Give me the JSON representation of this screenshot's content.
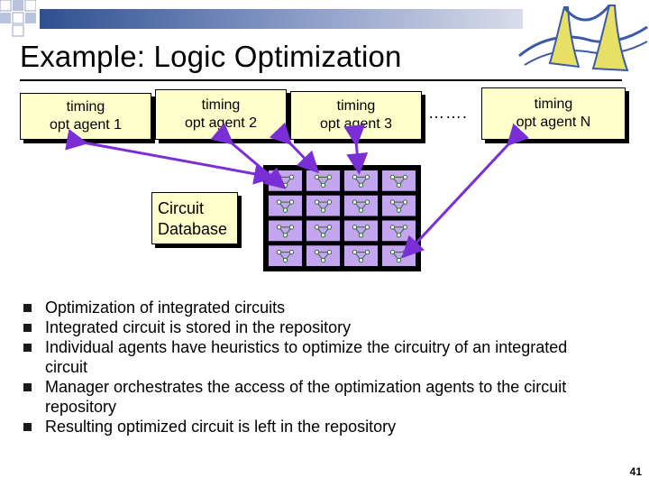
{
  "slide": {
    "title": "Example: Logic Optimization",
    "agents": [
      {
        "line1": "timing",
        "line2": "opt agent 1"
      },
      {
        "line1": "timing",
        "line2": "opt agent 2"
      },
      {
        "line1": "timing",
        "line2": "opt agent 3"
      },
      {
        "line1": "timing",
        "line2": "opt agent N"
      }
    ],
    "ellipsis": "…….",
    "database": {
      "line1": "Circuit",
      "line2": "Database"
    },
    "bullets": [
      "Optimization of integrated circuits",
      "Integrated circuit is stored in the repository",
      "Individual agents have heuristics to optimize the circuitry of an integrated circuit",
      "Manager orchestrates the access of the optimization agents to the circuit repository",
      "Resulting optimized circuit is left in the repository"
    ],
    "page_number": "41"
  },
  "colors": {
    "agent_fill": "#ffffcc",
    "arrow": "#7a2fd6",
    "grid_cell": "#c4a6f0",
    "title_bar": "#2f4f8f"
  },
  "icons": [
    "corner-squares-decoration",
    "mountain-logo",
    "circuit-node-icon"
  ]
}
